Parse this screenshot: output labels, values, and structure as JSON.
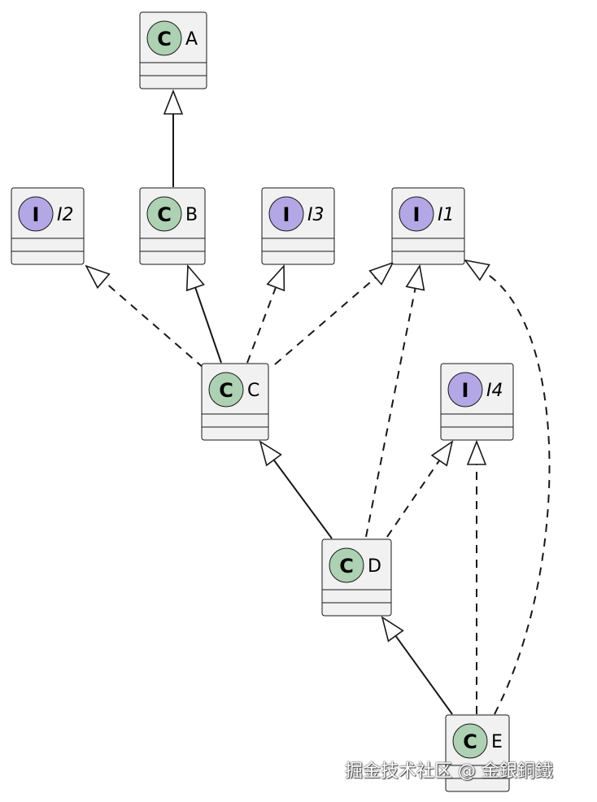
{
  "nodes": [
    {
      "id": "A",
      "kind": "class",
      "stereotype_letter": "C",
      "name": "A"
    },
    {
      "id": "B",
      "kind": "class",
      "stereotype_letter": "C",
      "name": "B"
    },
    {
      "id": "C",
      "kind": "class",
      "stereotype_letter": "C",
      "name": "C"
    },
    {
      "id": "D",
      "kind": "class",
      "stereotype_letter": "C",
      "name": "D"
    },
    {
      "id": "E",
      "kind": "class",
      "stereotype_letter": "C",
      "name": "E"
    },
    {
      "id": "I1",
      "kind": "interface",
      "stereotype_letter": "I",
      "name": "I1"
    },
    {
      "id": "I2",
      "kind": "interface",
      "stereotype_letter": "I",
      "name": "I2"
    },
    {
      "id": "I3",
      "kind": "interface",
      "stereotype_letter": "I",
      "name": "I3"
    },
    {
      "id": "I4",
      "kind": "interface",
      "stereotype_letter": "I",
      "name": "I4"
    }
  ],
  "edges": [
    {
      "from": "B",
      "to": "A",
      "relation": "extends"
    },
    {
      "from": "C",
      "to": "B",
      "relation": "extends"
    },
    {
      "from": "C",
      "to": "I2",
      "relation": "implements"
    },
    {
      "from": "C",
      "to": "I3",
      "relation": "implements"
    },
    {
      "from": "C",
      "to": "I1",
      "relation": "implements"
    },
    {
      "from": "D",
      "to": "C",
      "relation": "extends"
    },
    {
      "from": "D",
      "to": "I1",
      "relation": "implements"
    },
    {
      "from": "D",
      "to": "I4",
      "relation": "implements"
    },
    {
      "from": "E",
      "to": "D",
      "relation": "extends"
    },
    {
      "from": "E",
      "to": "I4",
      "relation": "implements"
    },
    {
      "from": "E",
      "to": "I1",
      "relation": "implements"
    }
  ],
  "colors": {
    "class_circle": "#add1b2",
    "interface_circle": "#b4a7e5",
    "box_fill": "#f1f1f1",
    "line": "#181818"
  },
  "watermark": "掘金技术社区 @ 金銀銅鐵"
}
